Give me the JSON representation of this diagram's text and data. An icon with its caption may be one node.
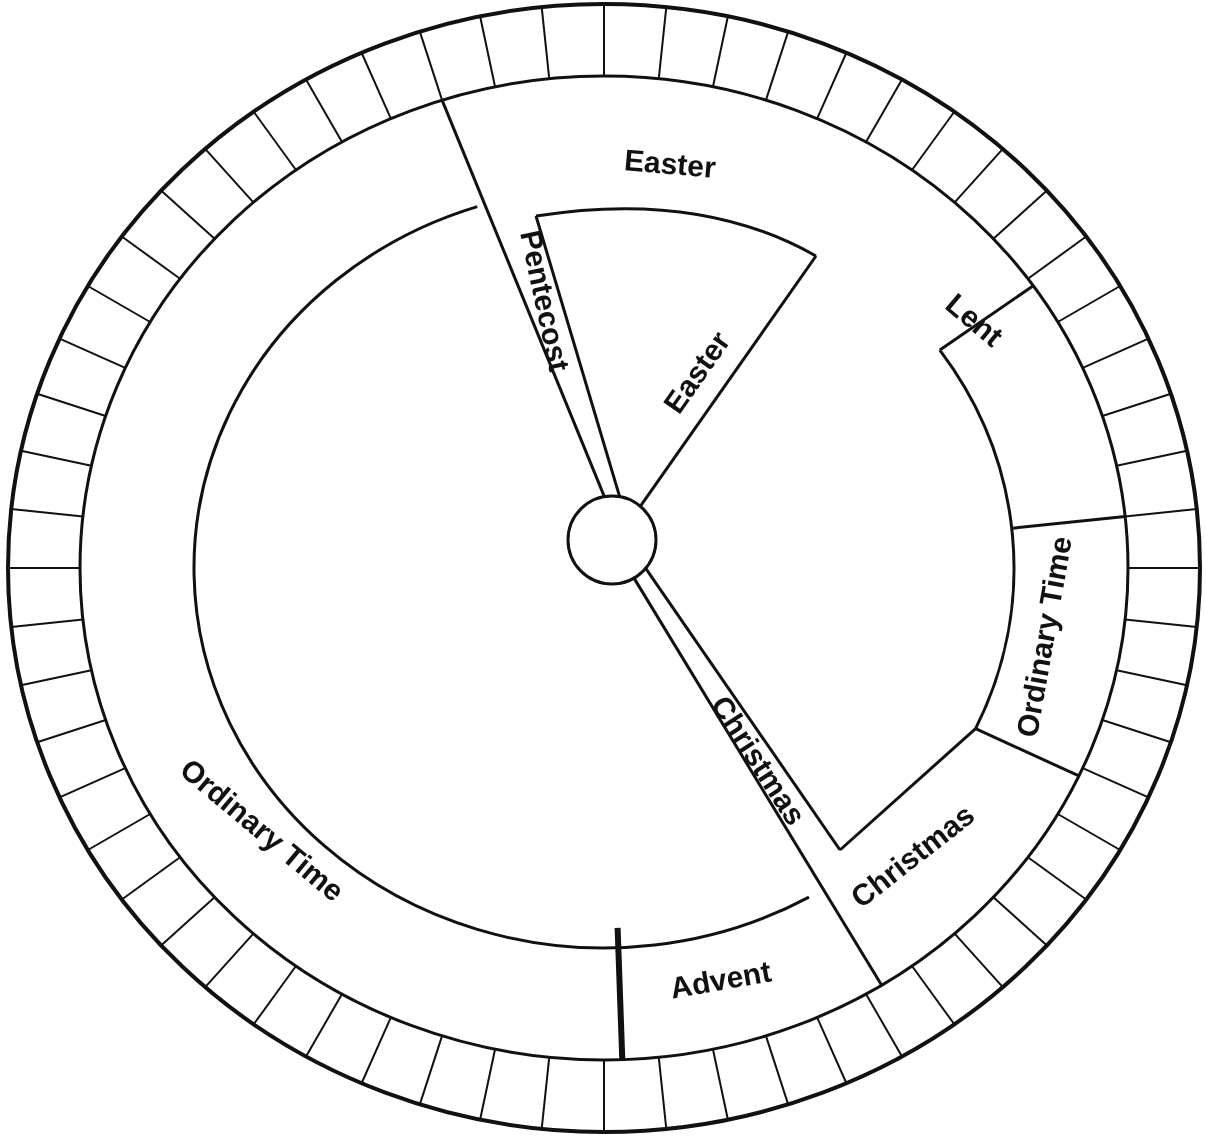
{
  "diagram": {
    "labels": [
      "Easter",
      "Pentecost",
      "Easter",
      "Lent",
      "Ordinary Time",
      "Christmas",
      "Ordinary Time",
      "Christmas",
      "Advent"
    ]
  }
}
